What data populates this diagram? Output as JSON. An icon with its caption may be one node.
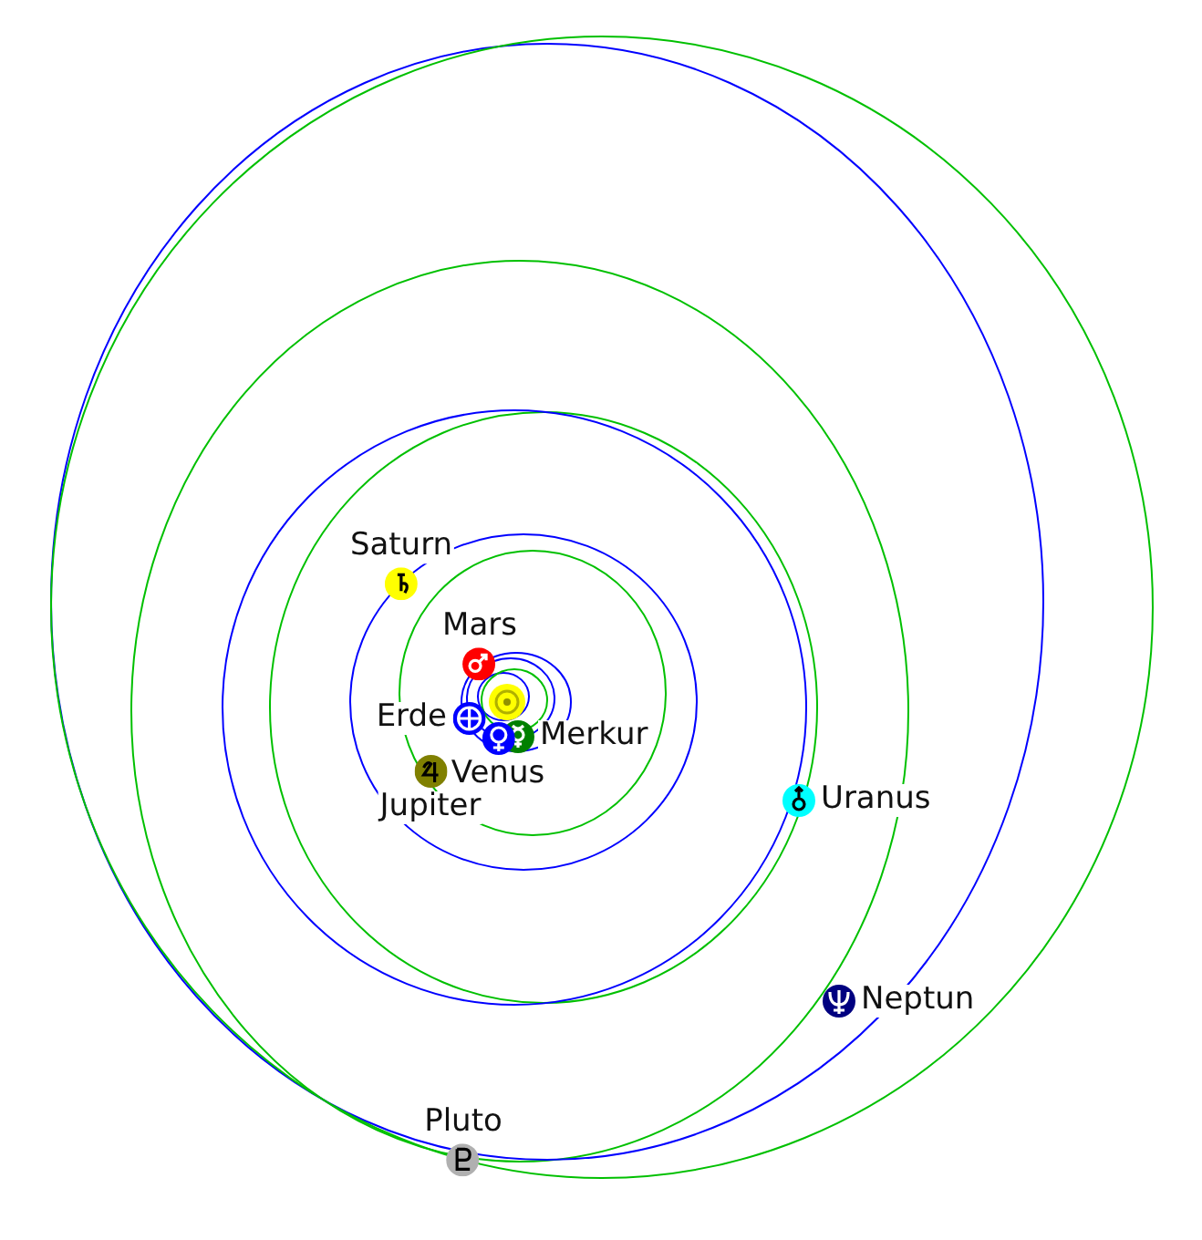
{
  "diagram": {
    "nodes": [
      {
        "text": [
          "Saturn"
        ]
      },
      {
        "text": [
          "Mars"
        ]
      },
      {
        "text": [
          "Erde"
        ]
      },
      {
        "text": [
          "Merkur"
        ]
      },
      {
        "text": [
          "Venus"
        ]
      },
      {
        "text": [
          "Jupiter"
        ]
      },
      {
        "text": [
          "Uranus"
        ]
      },
      {
        "text": [
          "Neptun"
        ]
      },
      {
        "text": [
          "Pluto"
        ]
      }
    ]
  }
}
